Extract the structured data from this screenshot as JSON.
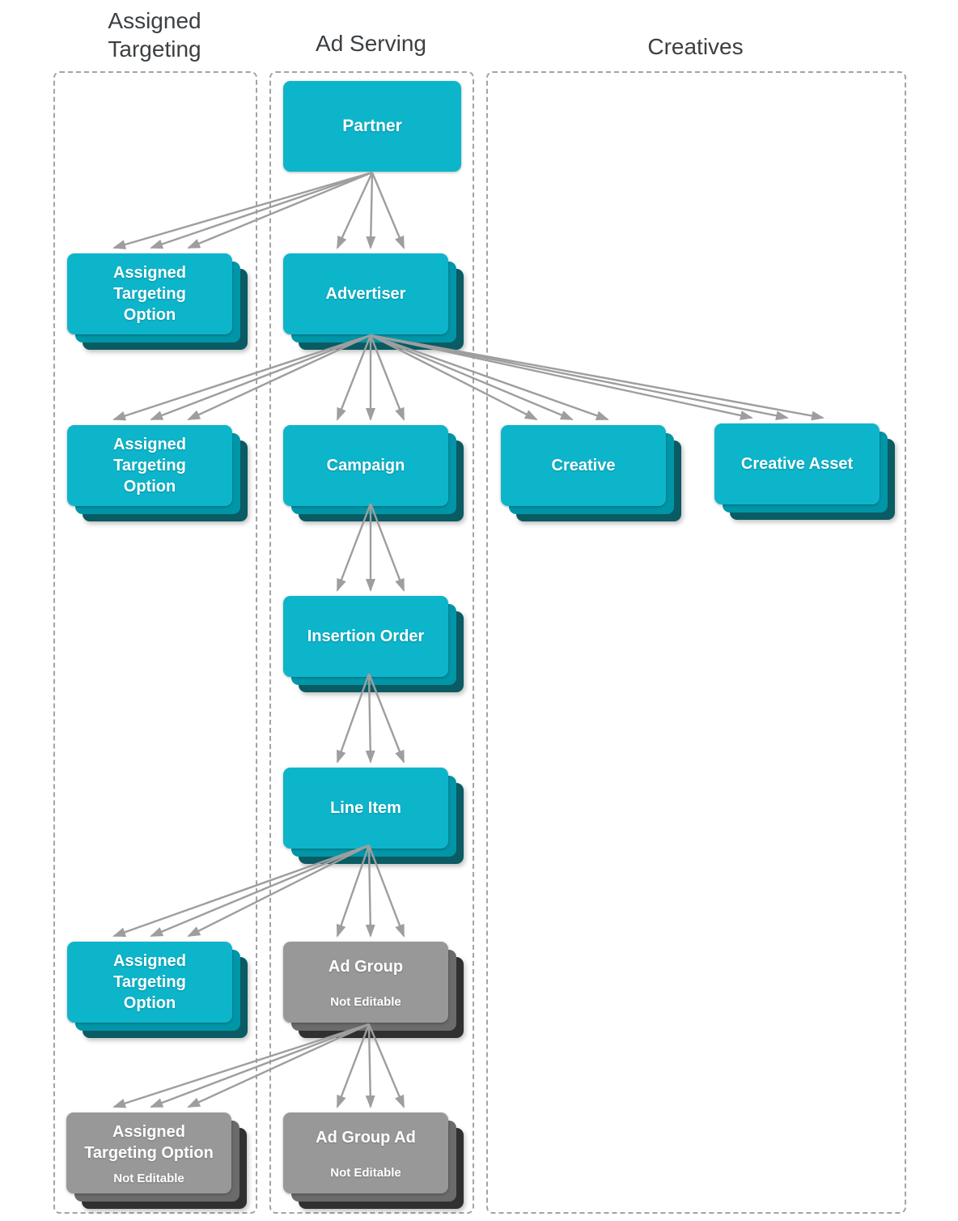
{
  "headers": {
    "assigned_targeting": "Assigned\nTargeting",
    "ad_serving": "Ad Serving",
    "creatives": "Creatives"
  },
  "nodes": {
    "partner": {
      "label": "Partner"
    },
    "assigned_targeting_option_1": {
      "label": "Assigned\nTargeting\nOption"
    },
    "advertiser": {
      "label": "Advertiser"
    },
    "assigned_targeting_option_2": {
      "label": "Assigned\nTargeting\nOption"
    },
    "campaign": {
      "label": "Campaign"
    },
    "creative": {
      "label": "Creative"
    },
    "creative_asset": {
      "label": "Creative Asset"
    },
    "insertion_order": {
      "label": "Insertion Order"
    },
    "line_item": {
      "label": "Line Item"
    },
    "assigned_targeting_option_3": {
      "label": "Assigned\nTargeting\nOption"
    },
    "ad_group": {
      "label": "Ad Group",
      "sublabel": "Not Editable"
    },
    "assigned_targeting_option_4": {
      "label": "Assigned\nTargeting Option",
      "sublabel": "Not Editable"
    },
    "ad_group_ad": {
      "label": "Ad Group Ad",
      "sublabel": "Not Editable"
    }
  },
  "edges": [
    {
      "from": "partner",
      "to": "assigned_targeting_option_1",
      "lines": 3
    },
    {
      "from": "partner",
      "to": "advertiser",
      "lines": 3
    },
    {
      "from": "advertiser",
      "to": "assigned_targeting_option_2",
      "lines": 3
    },
    {
      "from": "advertiser",
      "to": "campaign",
      "lines": 3
    },
    {
      "from": "advertiser",
      "to": "creative",
      "lines": 3
    },
    {
      "from": "advertiser",
      "to": "creative_asset",
      "lines": 3
    },
    {
      "from": "campaign",
      "to": "insertion_order",
      "lines": 3
    },
    {
      "from": "insertion_order",
      "to": "line_item",
      "lines": 3
    },
    {
      "from": "line_item",
      "to": "assigned_targeting_option_3",
      "lines": 3
    },
    {
      "from": "line_item",
      "to": "ad_group",
      "lines": 3
    },
    {
      "from": "ad_group",
      "to": "assigned_targeting_option_4",
      "lines": 3
    },
    {
      "from": "ad_group",
      "to": "ad_group_ad",
      "lines": 3
    }
  ],
  "colors": {
    "teal_face": "#0db5cb",
    "teal_mid": "#0096a7",
    "teal_dark": "#0a5b63",
    "gray_face": "#989898",
    "gray_mid": "#6b6b6b",
    "gray_dark": "#303030",
    "arrow": "#9e9e9e",
    "column_border": "#a3a3a3",
    "header_text": "#3c4043"
  }
}
